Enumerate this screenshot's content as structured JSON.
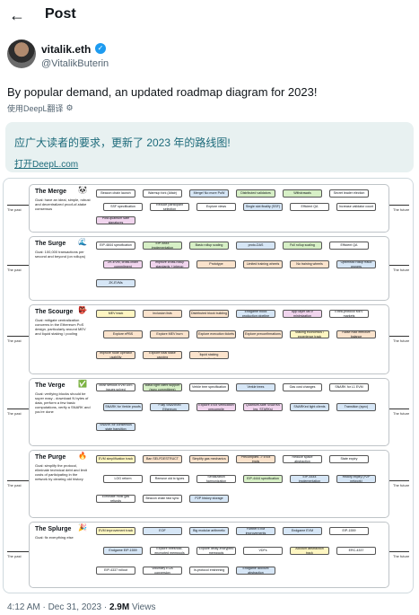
{
  "header": {
    "title": "Post"
  },
  "author": {
    "name": "vitalik.eth",
    "handle": "@VitalikButerin"
  },
  "tweet": {
    "text": "By popular demand, an updated roadmap diagram for 2023!",
    "translate_label": "使用DeepL翻译",
    "translation": "应广大读者的要求，更新了 2023 年的路线图!",
    "translation_link": "打开DeepL.com"
  },
  "diagram": {
    "past_label": "The past",
    "future_label": "The future",
    "stages": [
      {
        "title": "The Merge",
        "goal": "Goal: have an ideal, simple, robust and decentralized proof-of-stake consensus",
        "icon": "🐼"
      },
      {
        "title": "The Surge",
        "goal": "Goal: 100,000 transactions per second and beyond (on rollups)",
        "icon": "🌊"
      },
      {
        "title": "The Scourge",
        "goal": "Goal: mitigate centralization concerns in the Ethereum PoS design, particularly around MEV and liquid staking / pooling",
        "icon": "👺"
      },
      {
        "title": "The Verge",
        "goal": "Goal: verifying blocks should be super easy - download N bytes of data, perform a few basic computations, verify a SNARK and you're done",
        "icon": "✅"
      },
      {
        "title": "The Purge",
        "goal": "Goal: simplify the protocol, eliminate technical debt and limit costs of participating in the network by clearing old history",
        "icon": "🔥"
      },
      {
        "title": "The Splurge",
        "goal": "Goal: fix everything else",
        "icon": "🎉"
      }
    ],
    "merge_nodes": [
      "Beacon chain launch",
      "Warmup fork (Altair)",
      "Merge! No more PoW",
      "Distributed validators",
      "Withdrawals",
      "Secret leader election",
      "SSF specification",
      "Reduce participant selection",
      "Explore views",
      "Single slot finality (SSF)",
      "Efficient QA",
      "Increase validator count",
      "Post-quantum safe signatures"
    ],
    "surge_nodes": [
      "EIP-4844 specification",
      "EIP-4844 implementation",
      "Basic rollup scaling",
      "proto-DAS",
      "Full rollup scaling",
      "Efficient QA",
      "ZK-EVM, cross-chain commitment",
      "Improve cross-rollup standards + interop",
      "Prototype",
      "Limited training wheels",
      "No training wheels",
      "Optimistic rollup fraud provers",
      "ZK-EVMs"
    ],
    "scourge_nodes": [
      "MEV track",
      "Inclusion lists",
      "Distributed block building",
      "Endgame block production pipeline",
      "App layer MEV minimization",
      "Extra-protocol MEV markets",
      "Explore ePBS",
      "Explore MEV burn",
      "Explore execution tickets",
      "Explore preconfirmations",
      "Staking economics / experience track",
      "Raise max effective balance",
      "Improve node operator usability",
      "Explore total stake capping",
      "Explore solutions to liquid staking centralization"
    ],
    "verge_nodes": [
      "Most serious EVM DoS issues solved",
      "Basic light client support (sync committees)",
      "Verkle tree specification",
      "Verkle trees",
      "Gas cost changes",
      "SNARK for L1 EVM",
      "SNARK for Verkle proofs",
      "Fully SNARKed Ethereum",
      "Explore EVM verification precompile",
      "Quantum-safe SNARKs (eg. STARKs)",
      "SNARKed light clients",
      "Transition (sync)",
      "SNARK for consensus state transition"
    ],
    "purge_nodes": [
      "EVM simplification track",
      "Ban SELFDESTRUCT",
      "Simplify gas mechanics",
      "Precompiles -> EVM impls",
      "Reduce space abstraction",
      "State expiry",
      "LOG reform",
      "Remove old tx types",
      "Serialization harmonization",
      "EIP-4444 specification",
      "EIP-4444 implementation",
      "History expiry (P2P network)",
      "Eliminate most gas refunds",
      "Beacon chain fast sync",
      "P2P history storage"
    ],
    "splurge_nodes": [
      "EVM improvement track",
      "EOF",
      "Big modular arithmetic",
      "Further EVM improvements",
      "Endgame EVM",
      "EIP-1559",
      "Endgame EIP-1559",
      "Explore threshold-encrypted mempools",
      "Explore delay-encrypted mempools",
      "VDFs",
      "Account abstraction track",
      "ERC-4337",
      "EIP-4337 rollout",
      "Voluntary EOA conversion",
      "In-protocol enshrining",
      "Endgame account abstraction"
    ]
  },
  "footer": {
    "time": "4:12 AM · Dec 31, 2023 · ",
    "views": "2.9M",
    "views_label": " Views"
  }
}
